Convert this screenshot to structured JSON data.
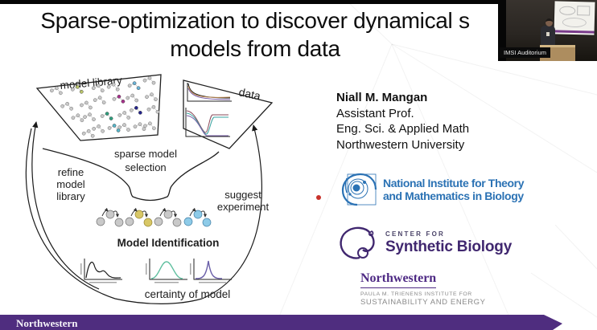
{
  "window": {
    "video_label": "IMSI Auditorium"
  },
  "slide": {
    "title_line1": "Sparse-optimization to discover dynamical s",
    "title_line2": "models from data",
    "footer_brand": "Northwestern",
    "colors": {
      "footer_bar": "#4F2D7F",
      "nitmb_blue": "#2B72B4",
      "synbio_purple": "#40276F",
      "trienens_purple": "#4E2A84",
      "pointer_dot_red": "#C8322B"
    }
  },
  "diagram": {
    "model_library_label": "model library",
    "data_label": "data",
    "sparse_line1": "sparse model",
    "sparse_line2": "selection",
    "refine_lines": [
      "refine",
      "model",
      "library"
    ],
    "suggest_lines": [
      "suggest",
      "experiment"
    ],
    "model_identification_label": "Model Identification",
    "certainty_label": "certainty of model",
    "library_palette": [
      "#b9c46a",
      "#6ab4d8",
      "#a8308c",
      "#2f9e7e",
      "#24248c",
      "#57b6c9"
    ],
    "motif_colors": {
      "gray": "#c9c9c9",
      "yellow": "#d8c766",
      "blue": "#8ecbe8"
    },
    "posterior_curve_colors": [
      "#1a1a1a",
      "#5fbf9f",
      "#6a5fa8"
    ],
    "data_curve_colors_top": [
      "#1a1a1a",
      "#bf8a52",
      "#7a5fa8"
    ],
    "data_curve_colors_bottom": [
      "#8a4a5a",
      "#3aa3a0",
      "#7a5fa8"
    ]
  },
  "speaker": {
    "name": "Niall M. Mangan",
    "role": "Assistant Prof.",
    "dept": "Eng. Sci. & Applied Math",
    "university": "Northwestern University"
  },
  "logos": {
    "nitmb": {
      "line1": "National Institute for Theory",
      "line2": "and Mathematics in Biology"
    },
    "synbio": {
      "eyebrow": "CENTER FOR",
      "name": "Synthetic Biology"
    },
    "trienens": {
      "brand": "Northwestern",
      "line1": "PAULA M. TRIENENS INSTITUTE FOR",
      "line2": "SUSTAINABILITY AND ENERGY"
    }
  }
}
